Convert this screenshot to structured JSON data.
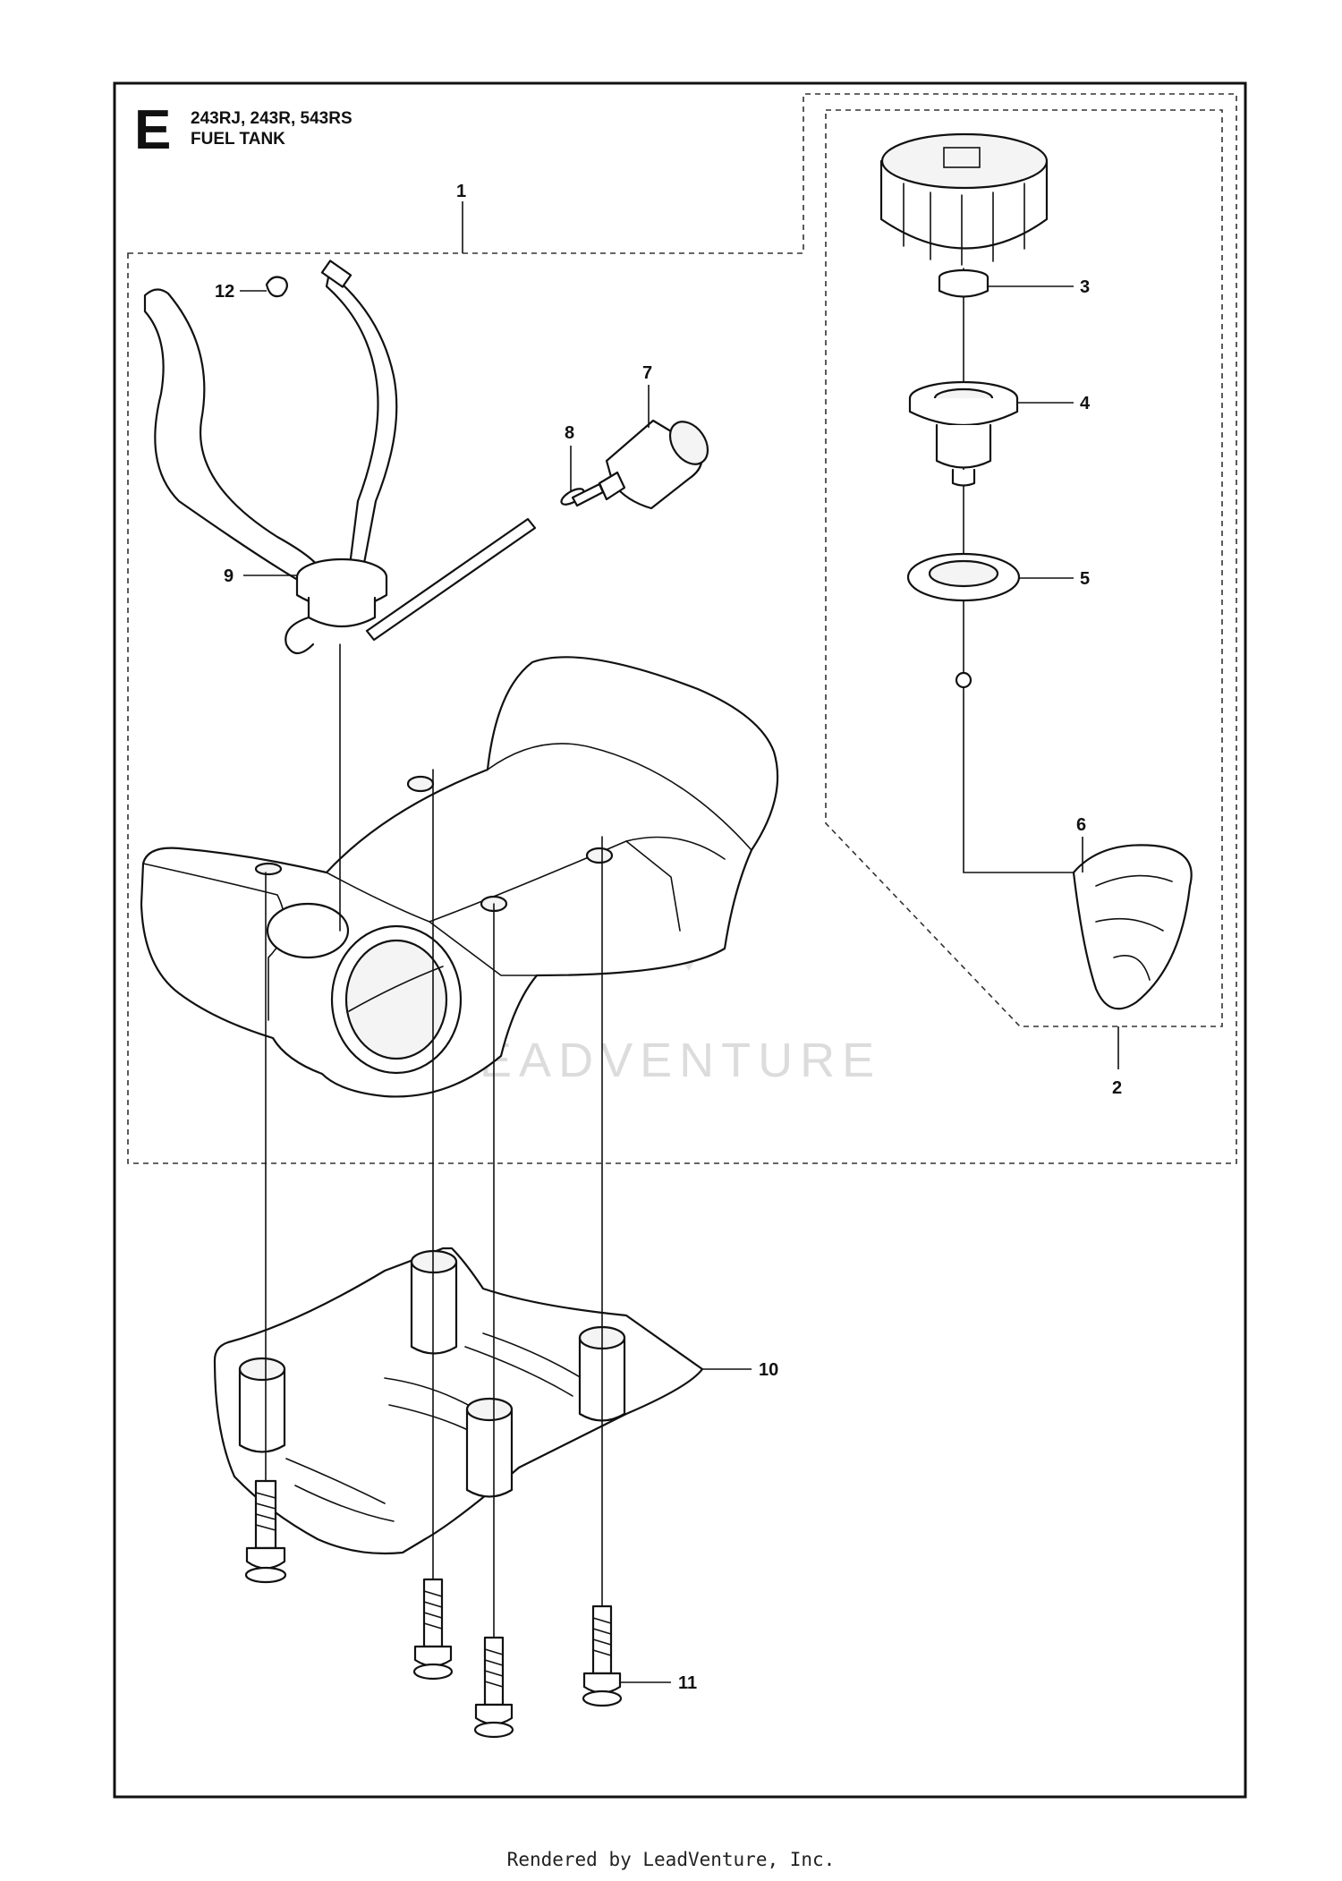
{
  "header": {
    "section_letter": "E",
    "models": "243RJ, 243R, 543RS",
    "title": "FUEL TANK"
  },
  "callouts": [
    "1",
    "2",
    "3",
    "4",
    "5",
    "6",
    "7",
    "8",
    "9",
    "10",
    "11",
    "12"
  ],
  "watermark": "LEADVENTURE",
  "footer": "Rendered by LeadVenture, Inc."
}
